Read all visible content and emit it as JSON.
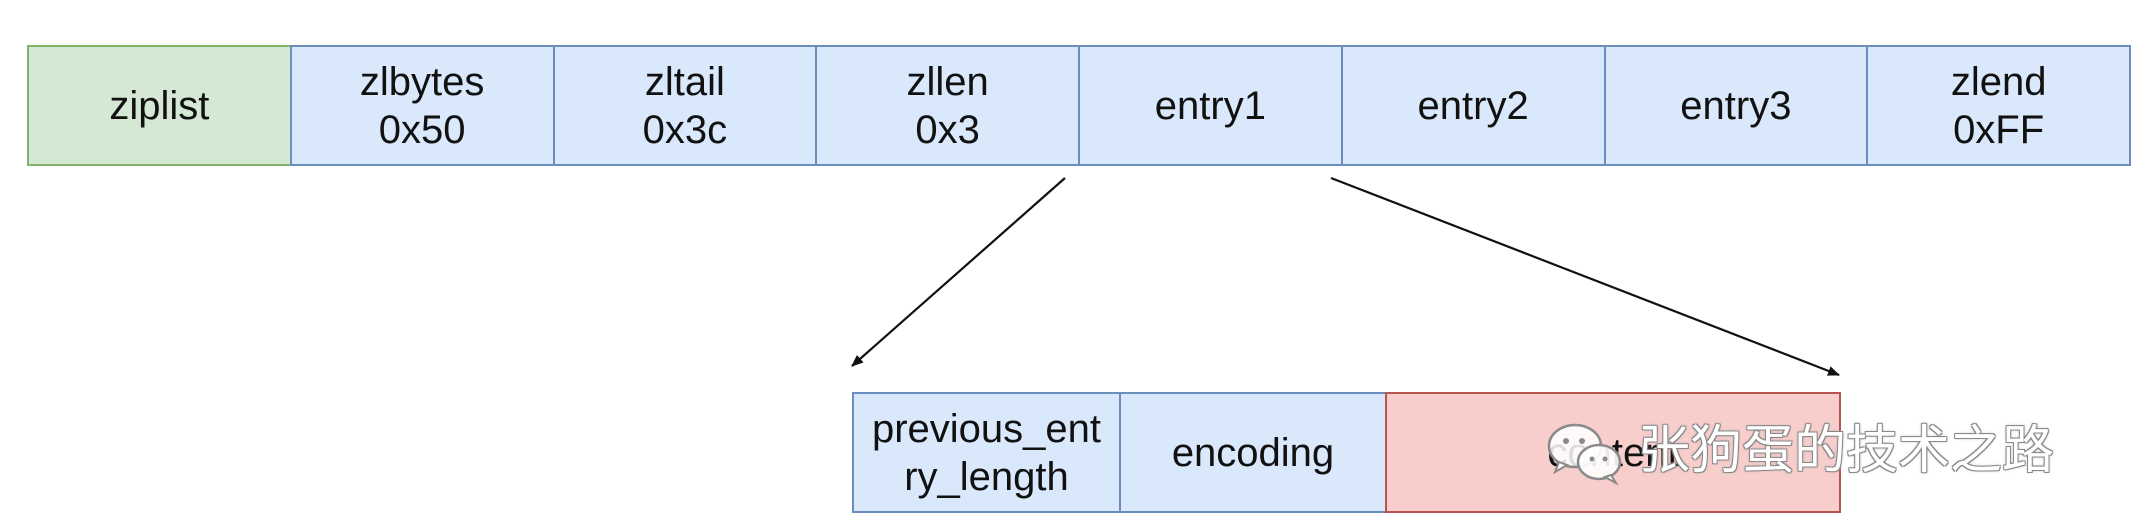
{
  "top_row": {
    "cells": [
      {
        "lines": [
          "ziplist"
        ],
        "fill": "#d5e8d4",
        "stroke": "#82b366"
      },
      {
        "lines": [
          "zlbytes",
          "0x50"
        ],
        "fill": "#dae8fc",
        "stroke": "#6c8ebf"
      },
      {
        "lines": [
          "zltail",
          "0x3c"
        ],
        "fill": "#dae8fc",
        "stroke": "#6c8ebf"
      },
      {
        "lines": [
          "zllen",
          "0x3"
        ],
        "fill": "#dae8fc",
        "stroke": "#6c8ebf"
      },
      {
        "lines": [
          "entry1"
        ],
        "fill": "#dae8fc",
        "stroke": "#6c8ebf"
      },
      {
        "lines": [
          "entry2"
        ],
        "fill": "#dae8fc",
        "stroke": "#6c8ebf"
      },
      {
        "lines": [
          "entry3"
        ],
        "fill": "#dae8fc",
        "stroke": "#6c8ebf"
      },
      {
        "lines": [
          "zlend",
          "0xFF"
        ],
        "fill": "#dae8fc",
        "stroke": "#6c8ebf"
      }
    ]
  },
  "entry_row": {
    "cells": [
      {
        "lines": [
          "previous_ent",
          "ry_length"
        ],
        "fill": "#dae8fc",
        "stroke": "#6c8ebf"
      },
      {
        "lines": [
          "encoding"
        ],
        "fill": "#dae8fc",
        "stroke": "#6c8ebf"
      },
      {
        "lines": [
          "content"
        ],
        "fill": "#f8cecc",
        "stroke": "#b85450"
      }
    ]
  },
  "arrow_color": "#111111",
  "watermark": {
    "icon": "wechat-icon",
    "text": "张狗蛋的技术之路"
  }
}
